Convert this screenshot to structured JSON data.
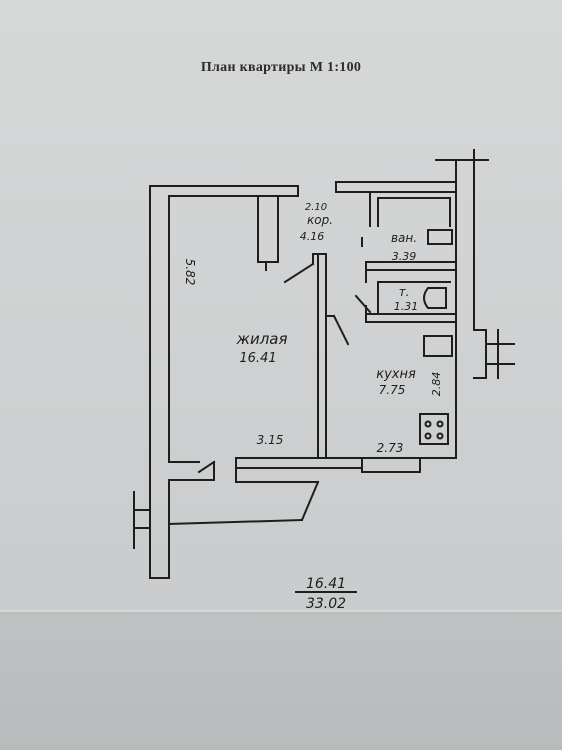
{
  "title": "План квартиры М 1:100",
  "rooms": {
    "living": {
      "name": "жилая",
      "area": "16.41"
    },
    "corridor": {
      "name": "кор.",
      "area": "4.16",
      "width": "2.10"
    },
    "bath": {
      "name": "ван.",
      "area": "3.39"
    },
    "toilet": {
      "name": "т.",
      "area": "1.31"
    },
    "kitchen": {
      "name": "кухня",
      "area": "7.75"
    }
  },
  "dimensions": {
    "living_length": "5.82",
    "living_width": "3.15",
    "kitchen_width": "2.73",
    "kitchen_depth": "2.84"
  },
  "totals": {
    "living_area": "16.41",
    "total_area": "33.02"
  },
  "colors": {
    "paper": "#d3d5d6",
    "ink": "#1e1e1e"
  }
}
